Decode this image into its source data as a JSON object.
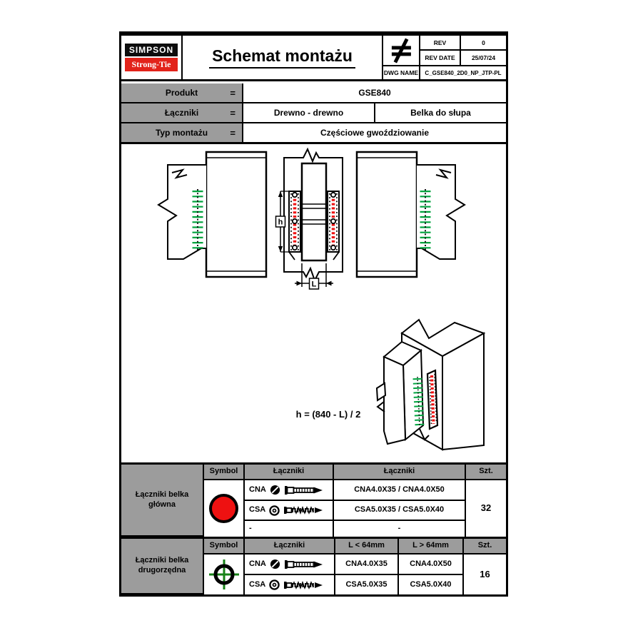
{
  "header": {
    "logo": {
      "line1": "SIMPSON",
      "line2": "Strong-Tie"
    },
    "title": "Schemat montażu",
    "rev_label": "REV",
    "rev_value": "0",
    "rev_date_label": "REV DATE",
    "rev_date_value": "25/07/24",
    "dwg_name_label": "DWG NAME",
    "dwg_name_value": "C_GSE840_2D0_NP_JTP-PL"
  },
  "product_info": {
    "rows": [
      {
        "label": "Produkt",
        "eq": "=",
        "values": [
          "GSE840"
        ]
      },
      {
        "label": "Łączniki",
        "eq": "=",
        "values": [
          "Drewno - drewno",
          "Belka do słupa"
        ]
      },
      {
        "label": "Typ montażu",
        "eq": "=",
        "values": [
          "Częściowe gwoździowanie"
        ]
      }
    ]
  },
  "diagram": {
    "formula": "h = (840 - L) / 2",
    "dim_h": "h",
    "dim_l": "L",
    "colors": {
      "nail_green": "#00a33e",
      "dot_red": "#ee1111",
      "header_gray": "#9c9c9c",
      "logo_red": "#e2231a"
    }
  },
  "table_main": {
    "row_label": "Łączniki belka główna",
    "headers": [
      "Symbol",
      "Łączniki",
      "Łączniki",
      "Szt."
    ],
    "symbol": "red-circle",
    "rows": [
      {
        "code": "CNA",
        "name": "CNA4.0X35 / CNA4.0X50"
      },
      {
        "code": "CSA",
        "name": "CSA5.0X35 / CSA5.0X40"
      },
      {
        "code": "-",
        "name": "-"
      }
    ],
    "qty": "32"
  },
  "table_secondary": {
    "row_label": "Łączniki belka drugorzędna",
    "headers": [
      "Symbol",
      "Łączniki",
      "L < 64mm",
      "L > 64mm",
      "Szt."
    ],
    "symbol": "green-crosshair",
    "rows": [
      {
        "code": "CNA",
        "short": "CNA4.0X35",
        "long": "CNA4.0X50"
      },
      {
        "code": "CSA",
        "short": "CSA5.0X35",
        "long": "CSA5.0X40"
      }
    ],
    "qty": "16"
  }
}
